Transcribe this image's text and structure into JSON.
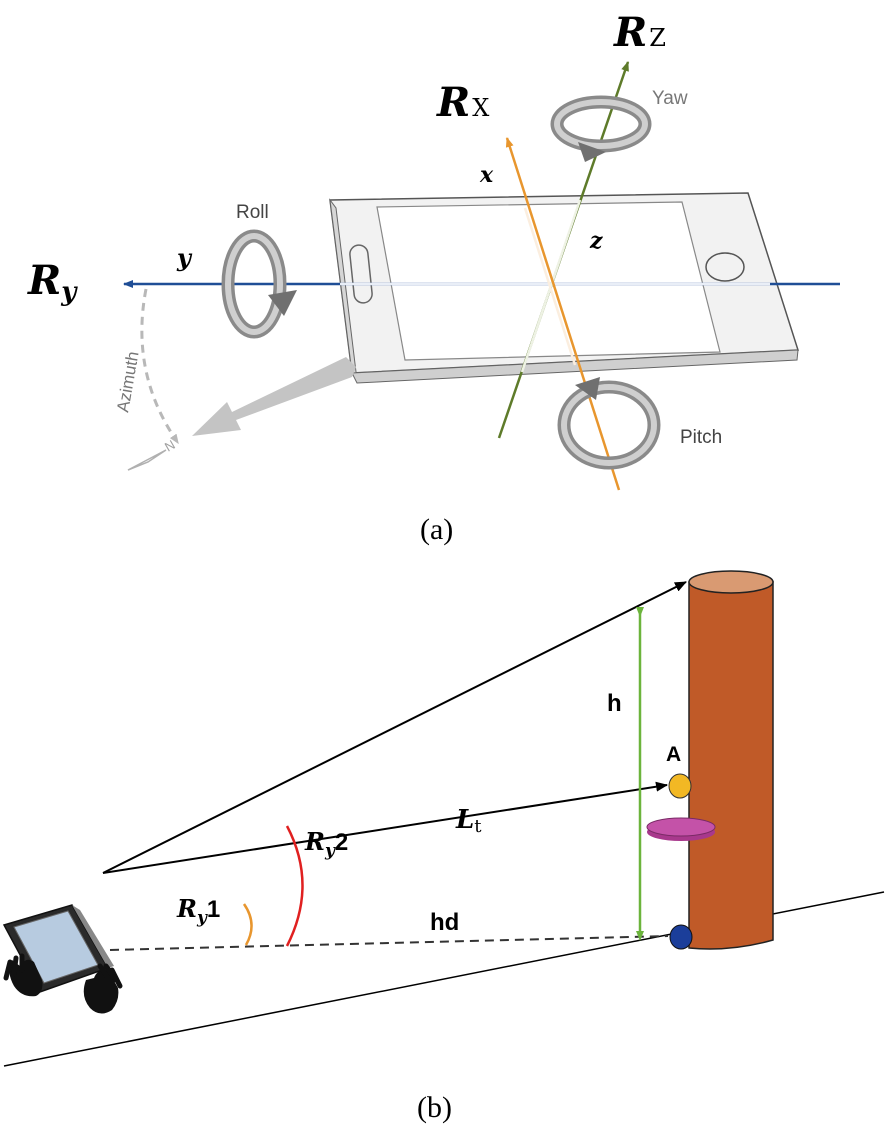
{
  "panel_a": {
    "caption": "(a)",
    "axes": {
      "rz": {
        "symbol": "R",
        "sub": "Z"
      },
      "rx": {
        "symbol": "R",
        "sub": "X"
      },
      "ry": {
        "symbol": "R",
        "sub": "y"
      },
      "x": "x",
      "y": "y",
      "z": "z"
    },
    "rotations": {
      "yaw": "Yaw",
      "roll": "Roll",
      "pitch": "Pitch",
      "azimuth": "Azimuth",
      "north": "N"
    },
    "colors": {
      "x_axis": "#E8962E",
      "y_axis": "#1F4E96",
      "z_axis": "#5E7B2A"
    }
  },
  "panel_b": {
    "caption": "(b)",
    "labels": {
      "h": "h",
      "a": "A",
      "lt": {
        "symbol": "L",
        "sub": "t"
      },
      "ry2": {
        "symbol": "R",
        "sub": "y",
        "suffix": "2"
      },
      "ry1": {
        "symbol": "R",
        "sub": "y",
        "suffix": "1"
      },
      "hd": "hd"
    },
    "colors": {
      "pole": "#C05A28",
      "pole_top": "#D99A72",
      "point_a": "#F2B824",
      "disc": "#C452A8",
      "base_point": "#1B3E9A",
      "angle_ry2": "#E02020",
      "angle_ry1": "#E8962E",
      "height_marker": "#6CB43C"
    }
  }
}
